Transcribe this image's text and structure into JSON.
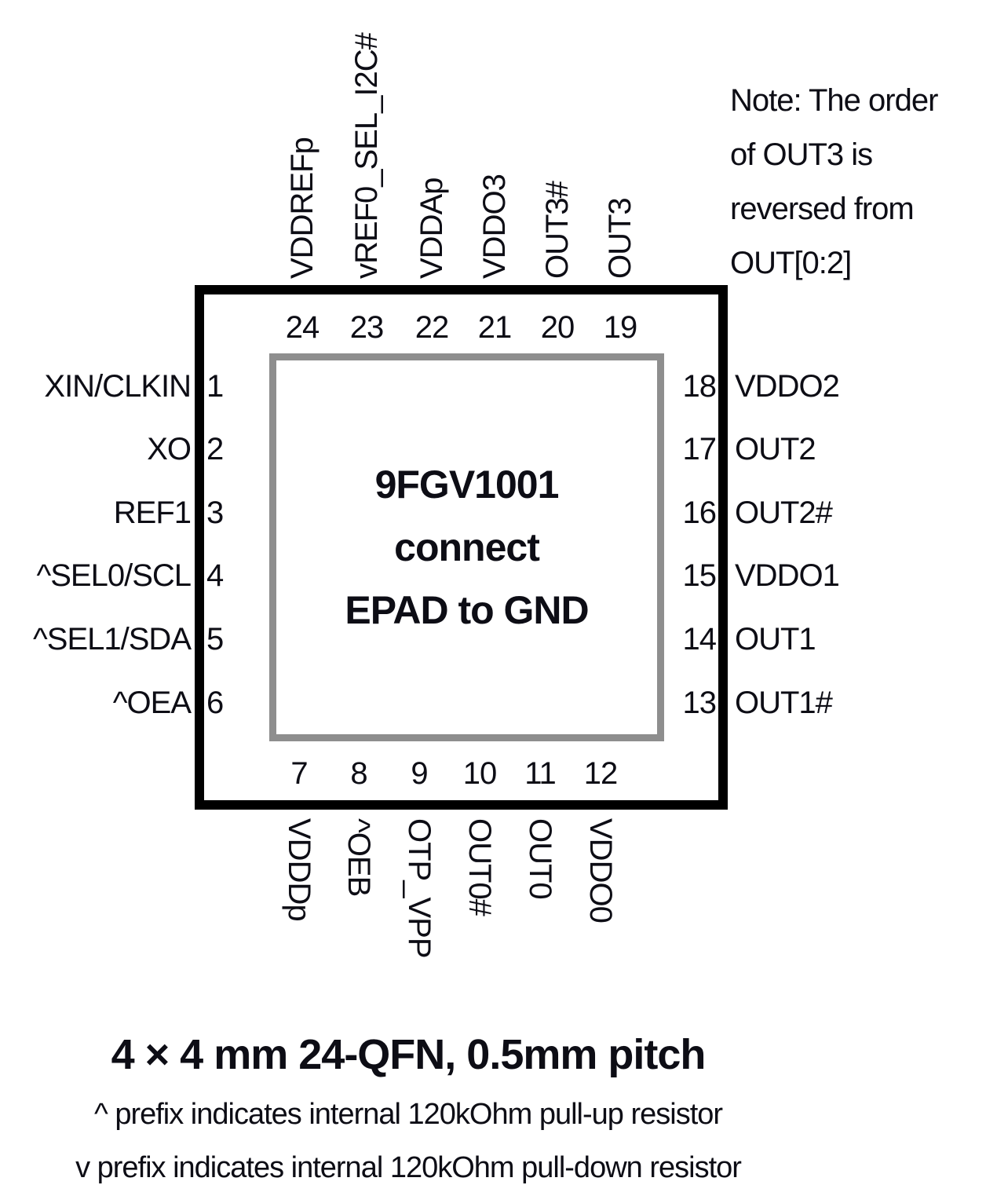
{
  "colors": {
    "package_border": "#000000",
    "epad_border": "#8e8e8e",
    "text": "#0d0d15",
    "background": "#ffffff"
  },
  "chip": {
    "line1": "9FGV1001",
    "line2": "connect",
    "line3": "EPAD to GND"
  },
  "pins": {
    "top": [
      {
        "num": "24",
        "label": "VDDREFp"
      },
      {
        "num": "23",
        "label": "vREF0_SEL_I2C#"
      },
      {
        "num": "22",
        "label": "VDDAp"
      },
      {
        "num": "21",
        "label": "VDDO3"
      },
      {
        "num": "20",
        "label": "OUT3#"
      },
      {
        "num": "19",
        "label": "OUT3"
      }
    ],
    "left": [
      {
        "num": "1",
        "label": "XIN/CLKIN"
      },
      {
        "num": "2",
        "label": "XO"
      },
      {
        "num": "3",
        "label": "REF1"
      },
      {
        "num": "4",
        "label": "^SEL0/SCL"
      },
      {
        "num": "5",
        "label": "^SEL1/SDA"
      },
      {
        "num": "6",
        "label": "^OEA"
      }
    ],
    "right": [
      {
        "num": "18",
        "label": "VDDO2"
      },
      {
        "num": "17",
        "label": "OUT2"
      },
      {
        "num": "16",
        "label": "OUT2#"
      },
      {
        "num": "15",
        "label": "VDDO1"
      },
      {
        "num": "14",
        "label": "OUT1"
      },
      {
        "num": "13",
        "label": "OUT1#"
      }
    ],
    "bottom": [
      {
        "num": "7",
        "label": "VDDDp"
      },
      {
        "num": "8",
        "label": "^OEB"
      },
      {
        "num": "9",
        "label": "OTP_VPP"
      },
      {
        "num": "10",
        "label": "OUT0#"
      },
      {
        "num": "11",
        "label": "OUT0"
      },
      {
        "num": "12",
        "label": "VDDO0"
      }
    ]
  },
  "note": {
    "lines": [
      "Note: The order",
      "of OUT3 is",
      "reversed from",
      "OUT[0:2]"
    ]
  },
  "caption": {
    "title": "4 × 4 mm 24-QFN, 0.5mm pitch",
    "pullup_note": "^ prefix indicates internal 120kOhm pull-up resistor",
    "pulldown_note": "v prefix indicates internal 120kOhm pull-down resistor"
  }
}
